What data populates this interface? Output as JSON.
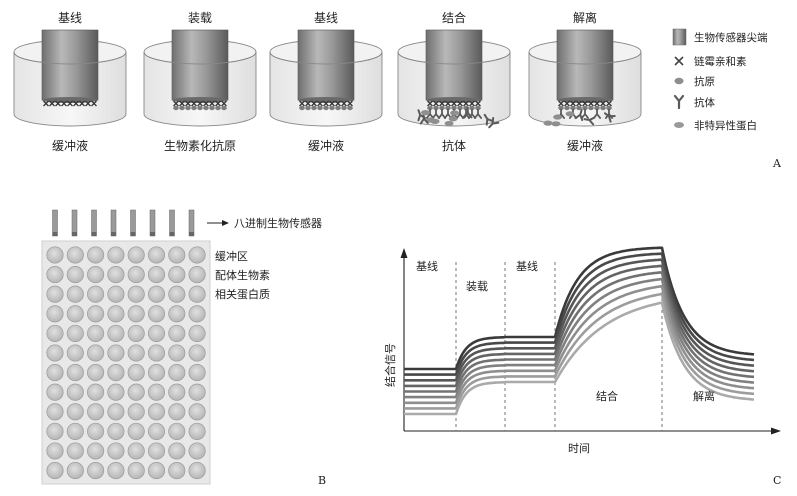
{
  "panel_a": {
    "letter": "A",
    "stages": [
      {
        "title": "基线",
        "caption": "缓冲液",
        "bound": "streptavidin",
        "free": "none"
      },
      {
        "title": "装载",
        "caption": "生物素化抗原",
        "bound": "antigen",
        "free": "none"
      },
      {
        "title": "基线",
        "caption": "缓冲液",
        "bound": "antigen",
        "free": "none"
      },
      {
        "title": "结合",
        "caption": "抗体",
        "bound": "antibody",
        "free": "antibody+protein"
      },
      {
        "title": "解离",
        "caption": "缓冲液",
        "bound": "antibody-partial",
        "free": "antibody+protein-sparse"
      }
    ],
    "legend": [
      {
        "icon": "biosensor-tip-icon",
        "label": "生物传感器尖端"
      },
      {
        "icon": "streptavidin-icon",
        "label": "链霉亲和素"
      },
      {
        "icon": "antigen-icon",
        "label": "抗原"
      },
      {
        "icon": "antibody-icon",
        "label": "抗体"
      },
      {
        "icon": "nonspecific-protein-icon",
        "label": "非特异性蛋白"
      }
    ]
  },
  "panel_b": {
    "letter": "B",
    "sensor_label": "八进制生物传感器",
    "plate_labels": [
      "缓冲区",
      "配体生物素",
      "相关蛋白质"
    ],
    "sensor_count": 8,
    "plate_rows": 12,
    "plate_cols": 8
  },
  "panel_c": {
    "letter": "C",
    "ylabel": "结合信号",
    "xlabel": "时间",
    "phase_labels": [
      "基线",
      "装载",
      "基线",
      "结合",
      "解离"
    ]
  },
  "colors": {
    "line": "#333333",
    "tip": "#8a8a8a",
    "well": "#c9c9c9",
    "curve_dark": "#3a3a3a",
    "curve_light": "#aaaaaa"
  }
}
